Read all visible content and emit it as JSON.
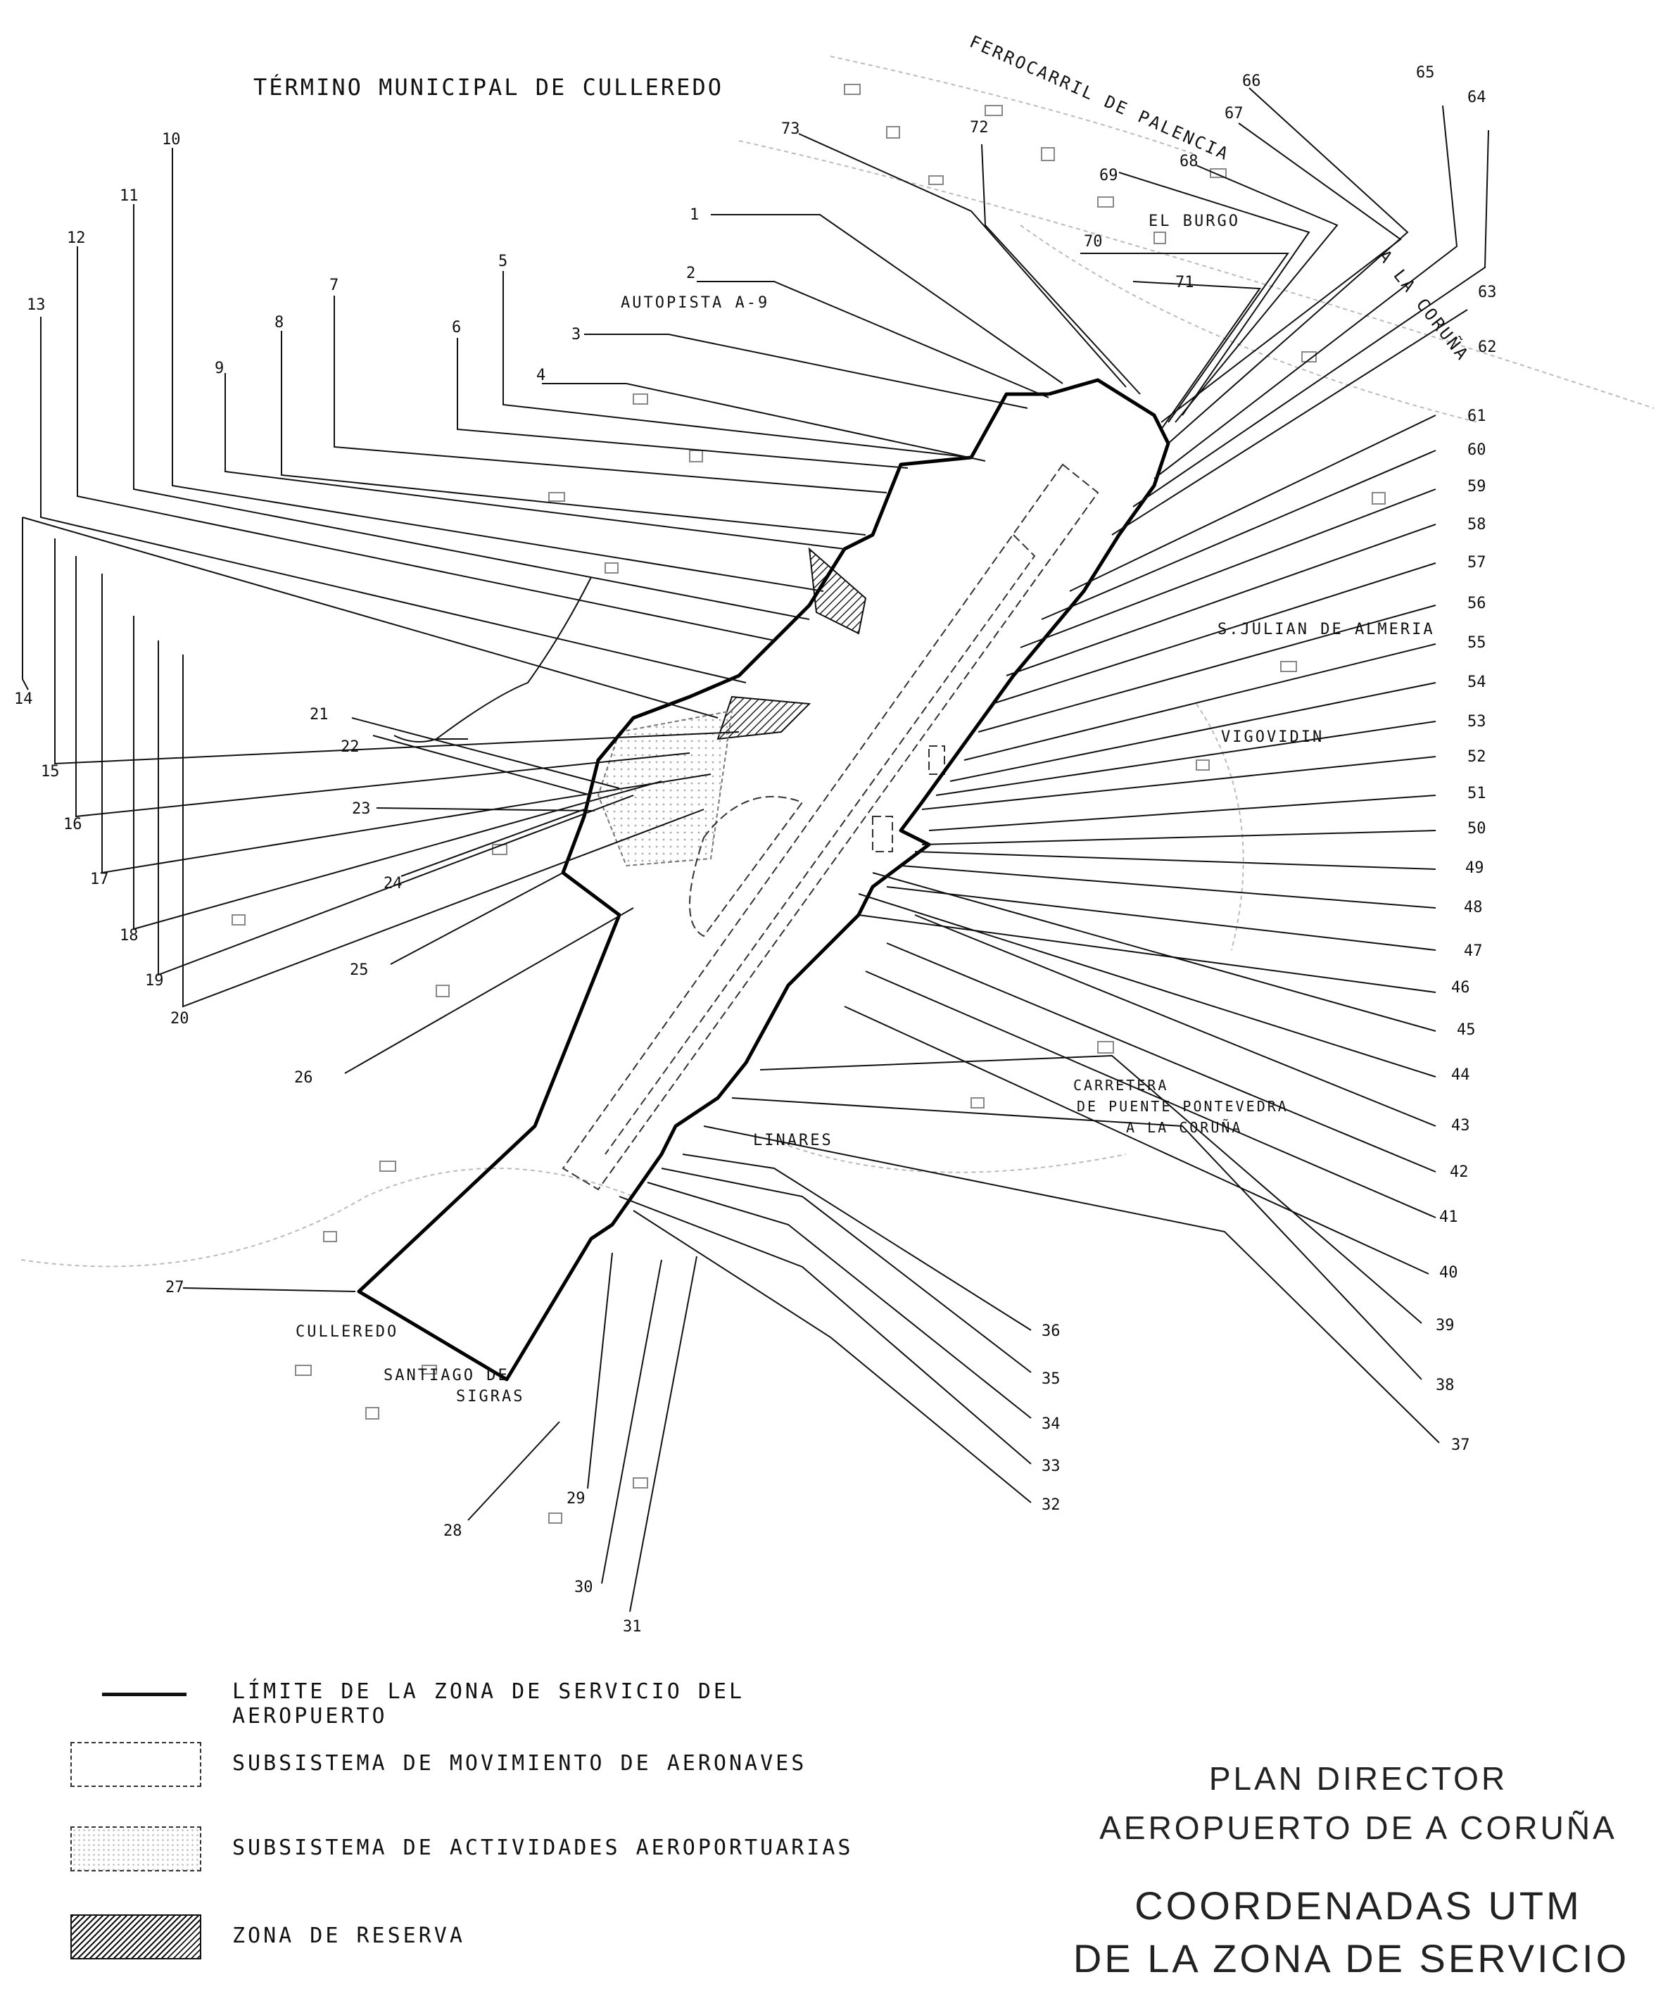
{
  "municipality": "TÉRMINO MUNICIPAL DE CULLEREDO",
  "places": {
    "ferrocarril": "FERROCARRIL DE PALENCIA",
    "el_burgo": "EL BURGO",
    "a_la_coruna": "A LA CORUÑA",
    "autopista": "AUTOPISTA   A-9",
    "san_julian": "S.JULIAN DE ALMERIA",
    "vigovidin": "VIGOVIDIN",
    "carretera_1": "CARRETERA",
    "carretera_2": "DE PUENTE PONTEVEDRA",
    "carretera_3": "A LA CORUÑA",
    "linares": "LINARES",
    "culleredo": "CULLEREDO",
    "santiago_1": "SANTIAGO DE",
    "santiago_2": "SIGRAS"
  },
  "vertex_labels": [
    "1",
    "2",
    "3",
    "4",
    "5",
    "6",
    "7",
    "8",
    "9",
    "10",
    "11",
    "12",
    "13",
    "14",
    "15",
    "16",
    "17",
    "18",
    "19",
    "20",
    "21",
    "22",
    "23",
    "24",
    "25",
    "26",
    "27",
    "28",
    "29",
    "30",
    "31",
    "32",
    "33",
    "34",
    "35",
    "36",
    "37",
    "38",
    "39",
    "40",
    "41",
    "42",
    "43",
    "44",
    "45",
    "46",
    "47",
    "48",
    "49",
    "50",
    "51",
    "52",
    "53",
    "54",
    "55",
    "56",
    "57",
    "58",
    "59",
    "60",
    "61",
    "62",
    "63",
    "64",
    "65",
    "66",
    "67",
    "68",
    "69",
    "70",
    "71",
    "72",
    "73"
  ],
  "legend": {
    "limit": "LÍMITE DE LA ZONA DE SERVICIO DEL AEROPUERTO",
    "movement": "SUBSISTEMA DE MOVIMIENTO DE AERONAVES",
    "activities": "SUBSISTEMA DE ACTIVIDADES AEROPORTUARIAS",
    "reserve": "ZONA DE RESERVA"
  },
  "title": {
    "line1": "PLAN DIRECTOR",
    "line2": "AEROPUERTO DE A CORUÑA",
    "line3": "COORDENADAS UTM",
    "line4": "DE LA ZONA DE SERVICIO"
  }
}
